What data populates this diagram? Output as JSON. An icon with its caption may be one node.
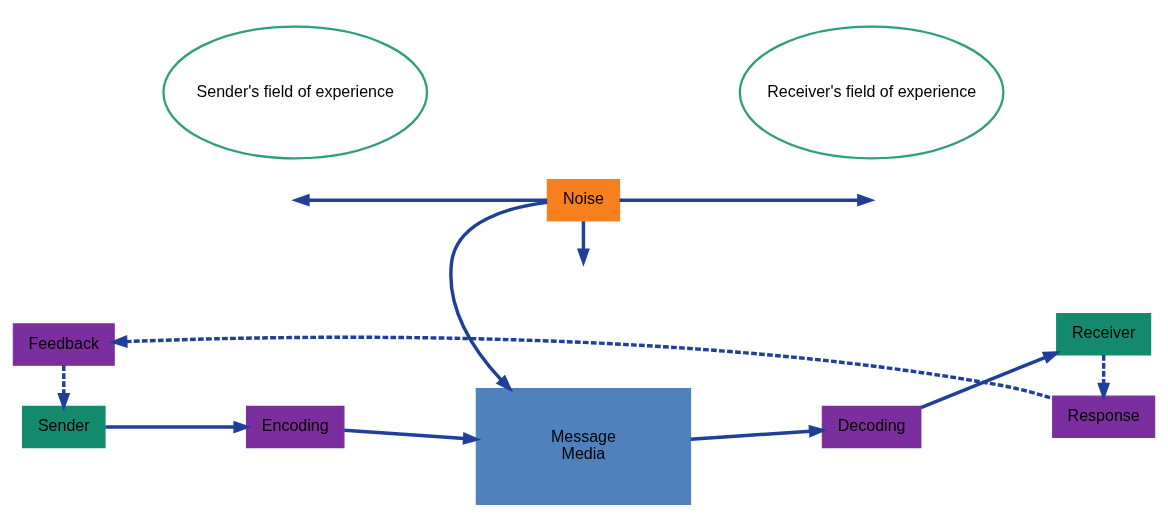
{
  "diagram": {
    "nodes": [
      {
        "text": [
          "Sender"
        ]
      },
      {
        "text": [
          "Encoding"
        ]
      },
      {
        "text": [
          "Message",
          "Media"
        ]
      },
      {
        "text": [
          "Decoding"
        ]
      },
      {
        "text": [
          "Receiver"
        ]
      },
      {
        "text": [
          "Noise"
        ]
      },
      {
        "text": [
          "Feedback"
        ]
      },
      {
        "text": [
          "Response"
        ]
      },
      {
        "text": [
          "Sender's field of experience"
        ]
      },
      {
        "text": [
          "Receiver's field of experience"
        ]
      }
    ],
    "edges": [
      {
        "from": 0,
        "to": 1,
        "arrow": "to"
      },
      {
        "from": 1,
        "to": 2,
        "arrow": "to"
      },
      {
        "from": 2,
        "to": 3,
        "arrow": "to"
      },
      {
        "from": 3,
        "to": 4,
        "arrow": "to"
      },
      {
        "from": 5,
        "to": 2,
        "arrow": "to"
      },
      {
        "from": 5,
        "to": null,
        "arrow": "to"
      },
      {
        "from": 5,
        "to": null,
        "arrow": "to"
      },
      {
        "from": 5,
        "to": null,
        "arrow": "to"
      },
      {
        "from": 4,
        "to": 7,
        "arrow": "to",
        "style": "dashed"
      },
      {
        "from": 7,
        "to": 6,
        "arrow": "to",
        "style": "dashed"
      },
      {
        "from": 6,
        "to": 0,
        "arrow": "to",
        "style": "dashed"
      }
    ]
  }
}
